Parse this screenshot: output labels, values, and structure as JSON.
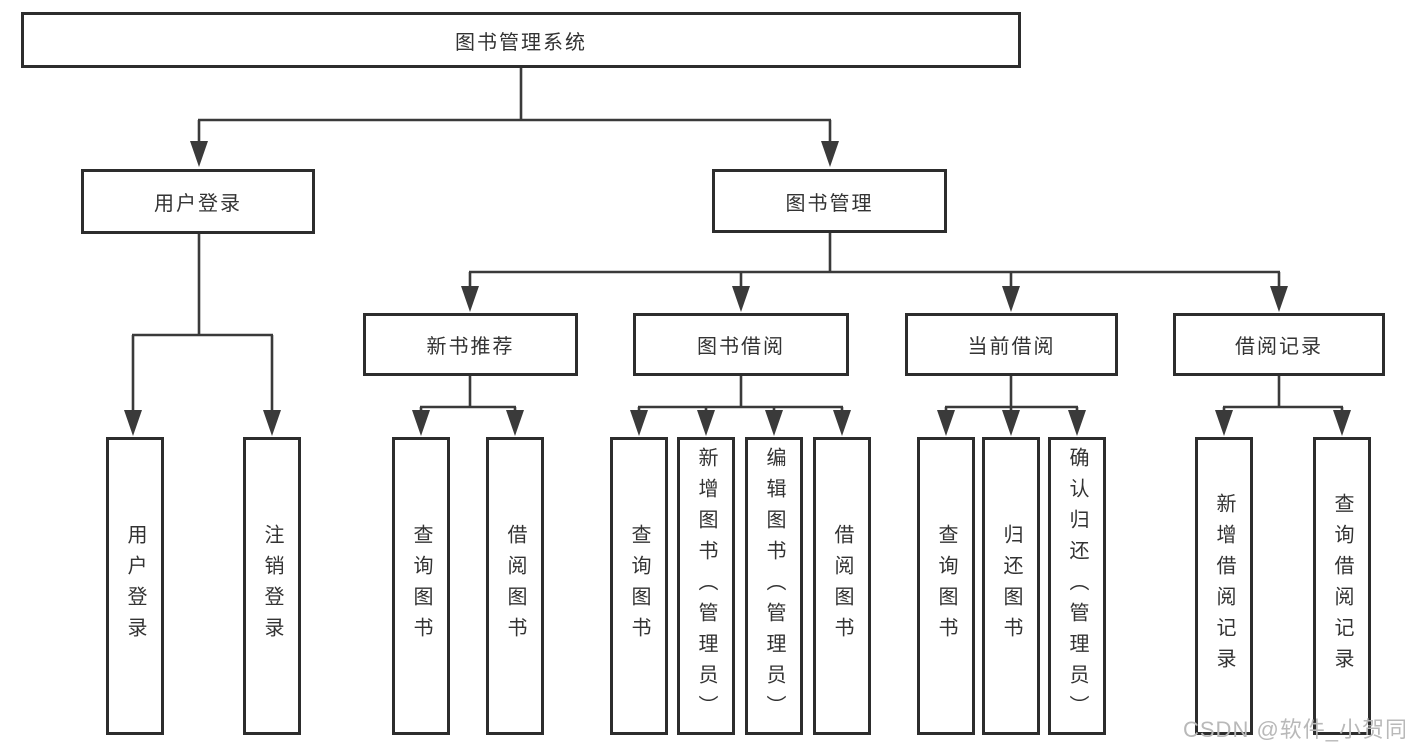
{
  "diagram": {
    "type": "tree",
    "colors": {
      "line": "#3a3a3a",
      "box_border": "#2d2d2d",
      "box_fill": "#ffffff",
      "text": "#333333",
      "watermark_text": "#b9b9b9",
      "background": "#ffffff"
    },
    "tree": {
      "label": "图书管理系统",
      "children": [
        {
          "label": "用户登录",
          "children": [
            {
              "label": "用户登录"
            },
            {
              "label": "注销登录"
            }
          ]
        },
        {
          "label": "图书管理",
          "children": [
            {
              "label": "新书推荐",
              "children": [
                {
                  "label": "查询图书"
                },
                {
                  "label": "借阅图书"
                }
              ]
            },
            {
              "label": "图书借阅",
              "children": [
                {
                  "label": "查询图书"
                },
                {
                  "label": "新增图书（管理员）"
                },
                {
                  "label": "编辑图书（管理员）"
                },
                {
                  "label": "借阅图书"
                }
              ]
            },
            {
              "label": "当前借阅",
              "children": [
                {
                  "label": "查询图书"
                },
                {
                  "label": "归还图书"
                },
                {
                  "label": "确认归还（管理员）"
                }
              ]
            },
            {
              "label": "借阅记录",
              "children": [
                {
                  "label": "新增借阅记录"
                },
                {
                  "label": "查询借阅记录"
                }
              ]
            }
          ]
        }
      ]
    },
    "watermark": {
      "text": "CSDN @软件_小贺同学"
    }
  }
}
